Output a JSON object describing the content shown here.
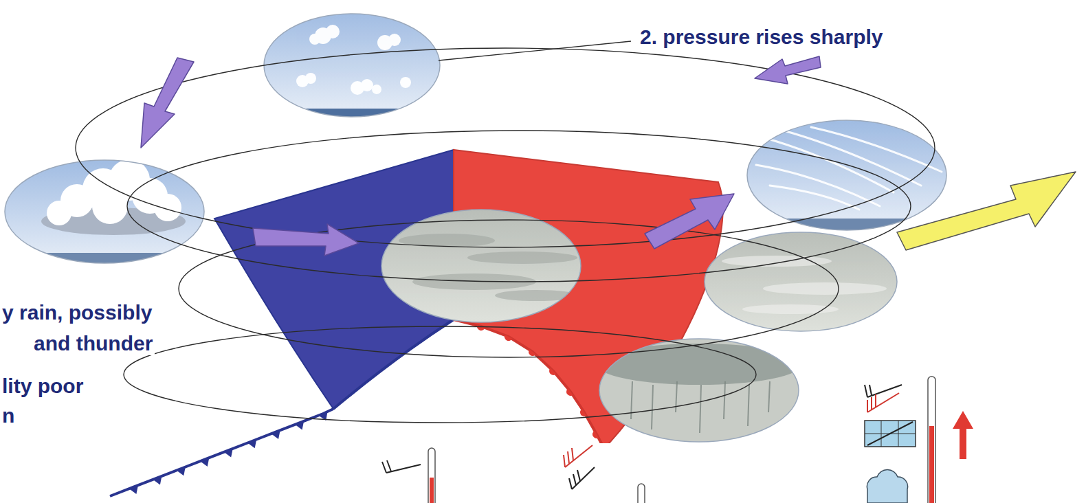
{
  "diagram": {
    "labels": [
      "2. pressure rises sharply",
      "y rain, possibly",
      "and thunder",
      "lity poor",
      "n"
    ]
  }
}
